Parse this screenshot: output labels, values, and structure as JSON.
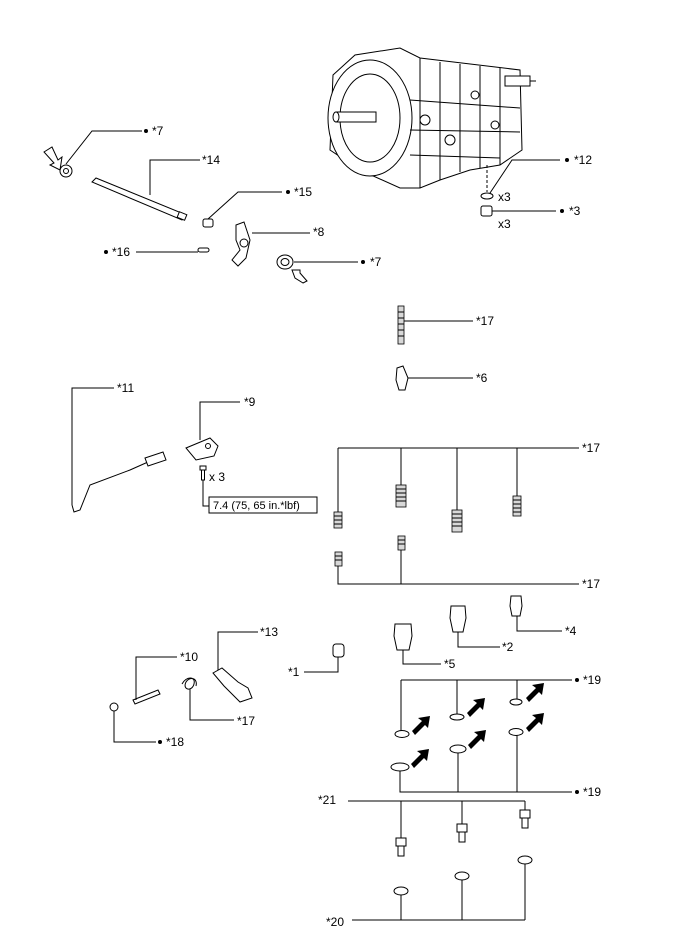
{
  "callouts": {
    "c7a": "*7",
    "c7b": "*7",
    "c14": "*14",
    "c15": "*15",
    "c8": "*8",
    "c16": "*16",
    "c12": "*12",
    "c3": "*3",
    "c17a": "*17",
    "c6": "*6",
    "c11": "*11",
    "c9": "*9",
    "c17b": "*17",
    "c17c": "*17",
    "c4": "*4",
    "c2": "*2",
    "c5": "*5",
    "c1": "*1",
    "c13": "*13",
    "c10": "*10",
    "c17d": "*17",
    "c18": "*18",
    "c19a": "*19",
    "c19b": "*19",
    "c21": "*21",
    "c20": "*20"
  },
  "quantities": {
    "q12": "x3",
    "q3": "x3",
    "q9": "x 3"
  },
  "torque": {
    "spec": "7.4 (75, 65 in.*lbf)"
  }
}
